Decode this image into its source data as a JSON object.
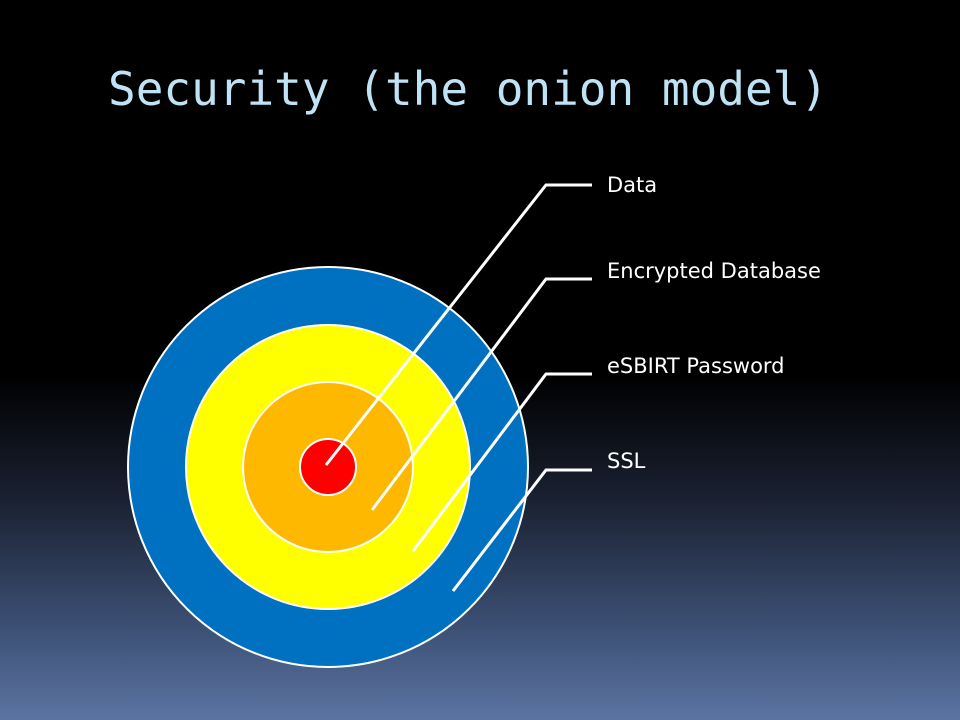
{
  "slide": {
    "title": "Security (the onion model)"
  },
  "layers": [
    {
      "label": "Data",
      "color": "#ff0000"
    },
    {
      "label": "Encrypted Database",
      "color": "#ffb800"
    },
    {
      "label": "eSBIRT Password",
      "color": "#ffff00"
    },
    {
      "label": "SSL",
      "color": "#0070c0"
    }
  ],
  "colors": {
    "title": "#bfe3f5",
    "ring_outline": "#ffffff",
    "leader_line": "#ffffff"
  }
}
